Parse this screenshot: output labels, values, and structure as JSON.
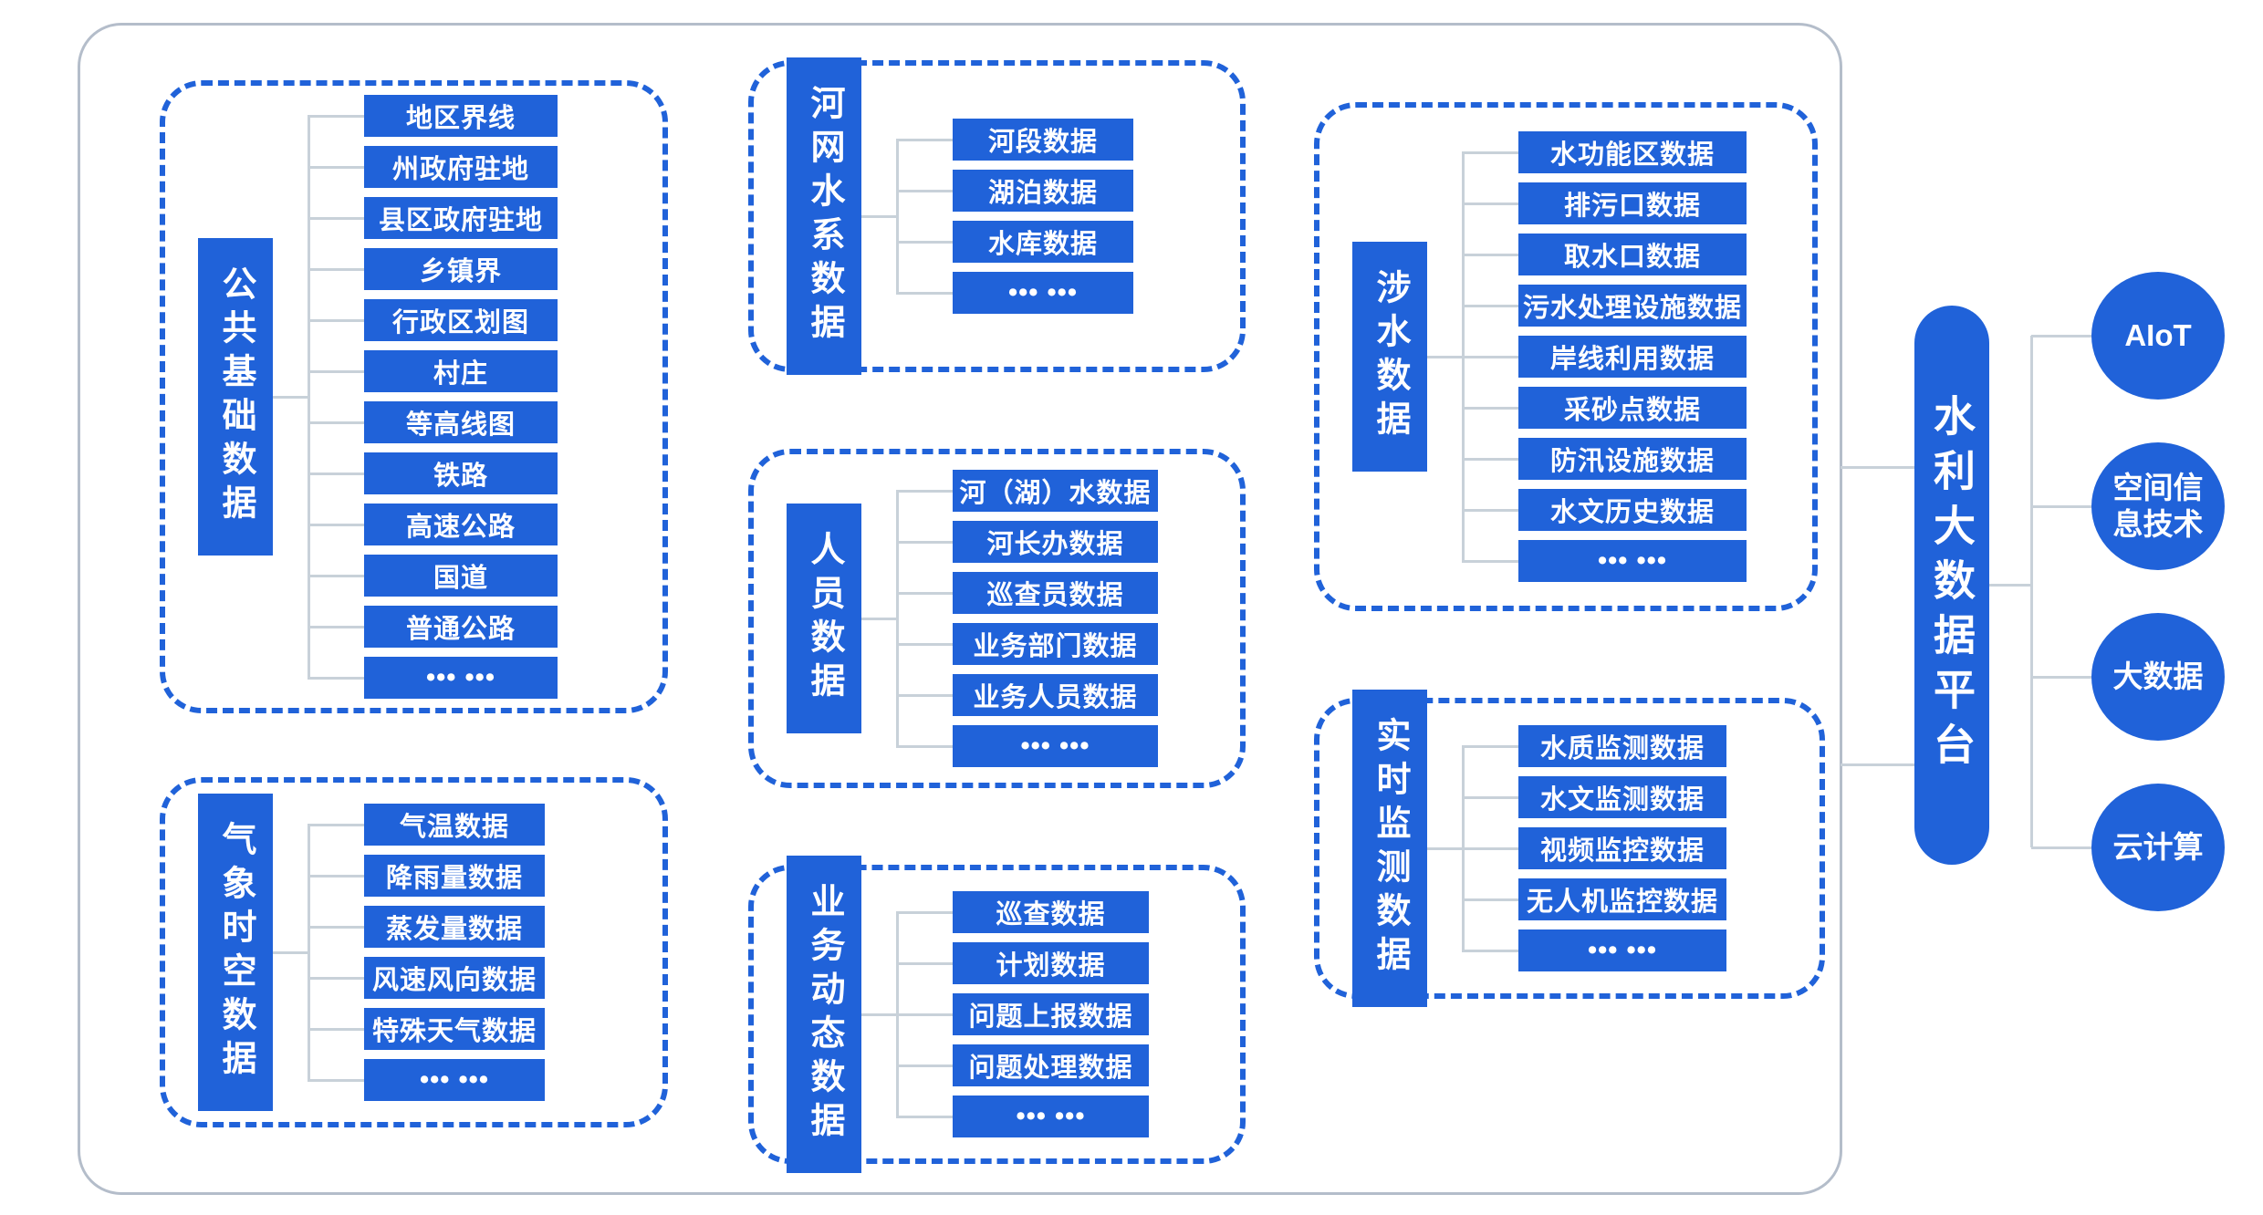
{
  "platform": {
    "title": "水利大数据平台",
    "technologies": [
      "AIoT",
      "空间信息技术",
      "大数据",
      "云计算"
    ]
  },
  "groups": {
    "public_base": {
      "label": "公共基础数据",
      "items": [
        "地区界线",
        "州政府驻地",
        "县区政府驻地",
        "乡镇界",
        "行政区划图",
        "村庄",
        "等高线图",
        "铁路",
        "高速公路",
        "国道",
        "普通公路",
        "••• •••"
      ]
    },
    "river_network": {
      "label": "河网水系数据",
      "items": [
        "河段数据",
        "湖泊数据",
        "水库数据",
        "••• •••"
      ]
    },
    "water_related": {
      "label": "涉水数据",
      "items": [
        "水功能区数据",
        "排污口数据",
        "取水口数据",
        "污水处理设施数据",
        "岸线利用数据",
        "采砂点数据",
        "防汛设施数据",
        "水文历史数据",
        "••• •••"
      ]
    },
    "personnel": {
      "label": "人员数据",
      "items": [
        "河（湖）水数据",
        "河长办数据",
        "巡查员数据",
        "业务部门数据",
        "业务人员数据",
        "••• •••"
      ]
    },
    "meteorological": {
      "label": "气象时空数据",
      "items": [
        "气温数据",
        "降雨量数据",
        "蒸发量数据",
        "风速风向数据",
        "特殊天气数据",
        "••• •••"
      ]
    },
    "business_dynamic": {
      "label": "业务动态数据",
      "items": [
        "巡查数据",
        "计划数据",
        "问题上报数据",
        "问题处理数据",
        "••• •••"
      ]
    },
    "realtime_monitoring": {
      "label": "实时监测数据",
      "items": [
        "水质监测数据",
        "水文监测数据",
        "视频监控数据",
        "无人机监控数据",
        "••• •••"
      ]
    }
  },
  "colors": {
    "accent_blue": "#2062d9",
    "connector_gray": "#c8d1d9",
    "boundary_gray": "#b4bdca"
  }
}
